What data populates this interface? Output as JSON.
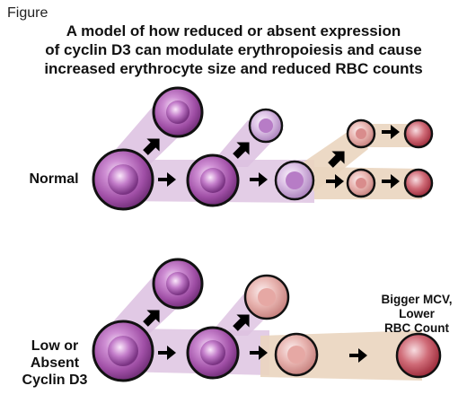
{
  "figure_label": "Figure",
  "title": {
    "line1": "A model of how reduced or absent expression",
    "line2": "of cyclin D3 can modulate erythropoiesis and cause",
    "line3": "increased erythrocyte size and reduced RBC counts"
  },
  "rows": {
    "normal": {
      "label": "Normal"
    },
    "low": {
      "label_line1": "Low or",
      "label_line2": "Absent",
      "label_line3": "Cyclin D3"
    }
  },
  "annotation": {
    "line1": "Bigger MCV,",
    "line2": "Lower",
    "line3": "RBC Count"
  },
  "colors": {
    "cell_purple": "#a04fa6",
    "cell_lavender": "#c7a3d6",
    "cell_pink": "#dba6a6",
    "cell_red": "#b83848",
    "band_purple": "#d7b9dc",
    "band_tan": "#ecd8bd",
    "arrow": "#000000"
  }
}
